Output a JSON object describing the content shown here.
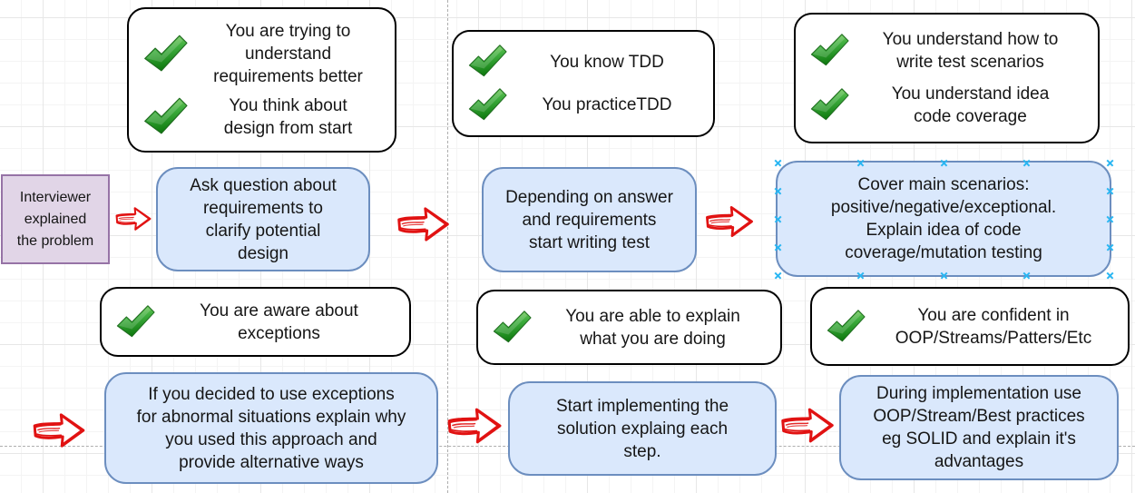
{
  "diagram": {
    "colors": {
      "step_fill": "#dae8fc",
      "step_border": "#6c8ebf",
      "start_fill": "#e1d5e7",
      "start_border": "#9673a6",
      "checkbox_border": "#000000",
      "arrow_red": "#e11212",
      "check_green_light": "#86d264",
      "check_green_dark": "#0f7a0f",
      "handle_blue": "#29b6f2",
      "grid_line": "#f4f4f4",
      "grid_major": "#e7e7e7",
      "page_divider": "#aeaeae"
    },
    "start": {
      "label": "Interviewer\nexplained\nthe problem"
    },
    "checklists": [
      {
        "items": [
          "You are trying to\nunderstand\nrequirements better",
          "You think about\ndesign from start"
        ]
      },
      {
        "items": [
          "You know TDD",
          "You practiceTDD"
        ]
      },
      {
        "items": [
          "You understand how to\nwrite test scenarios",
          "You understand idea\ncode coverage"
        ]
      },
      {
        "items": [
          "You are aware about\nexceptions"
        ]
      },
      {
        "items": [
          "You are able to explain\nwhat you are doing"
        ]
      },
      {
        "items": [
          "You are confident in\nOOP/Streams/Patters/Etc"
        ]
      }
    ],
    "steps": [
      {
        "label": "Ask question about\nrequirements to\nclarify potential\ndesign"
      },
      {
        "label": "Depending on answer\nand requirements\nstart writing test"
      },
      {
        "label": "Cover main scenarios:\npositive/negative/exceptional.\nExplain idea of code\ncoverage/mutation testing",
        "selected": true
      },
      {
        "label": "If you decided to use exceptions\nfor abnormal situations explain why\nyou used this approach and\nprovide alternative ways"
      },
      {
        "label": "Start implementing the\nsolution explaing each\nstep."
      },
      {
        "label": "During implementation use\nOOP/Stream/Best practices\neg SOLID and explain it's\nadvantages"
      }
    ]
  }
}
